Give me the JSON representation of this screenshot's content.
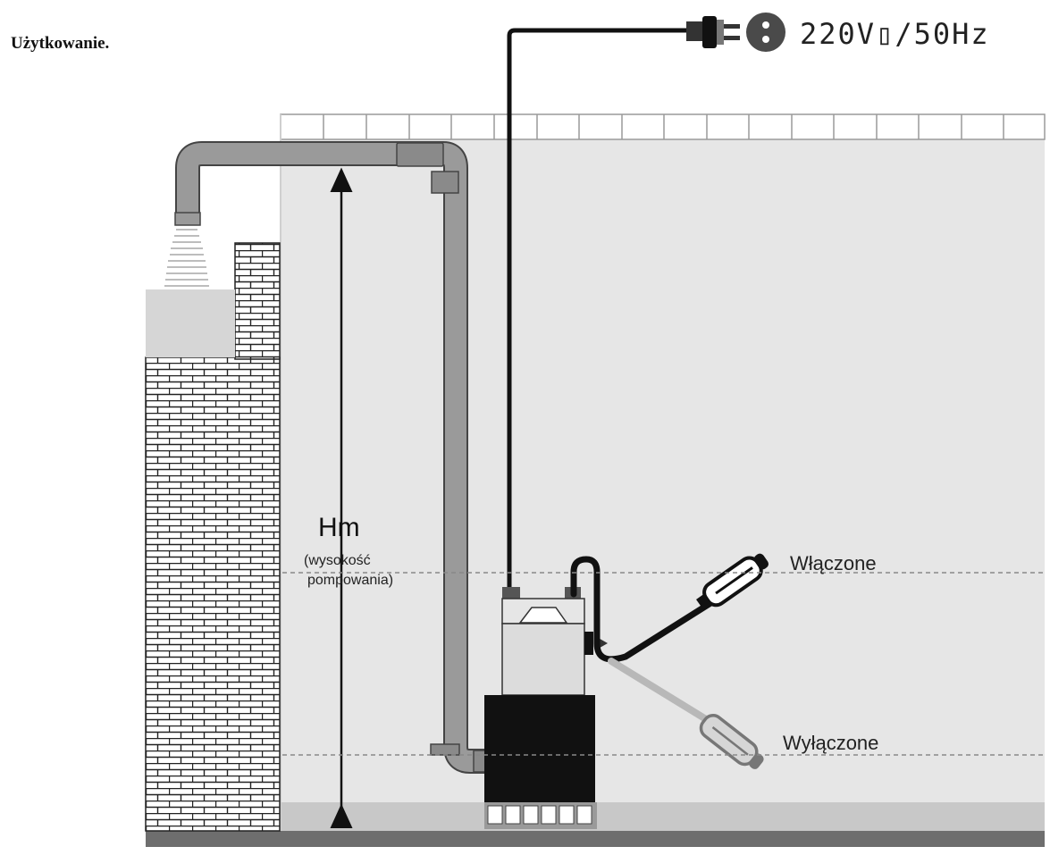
{
  "heading": "Użytkowanie.",
  "power_label": "220V▯/50Hz",
  "height_label": "Hm",
  "height_caption_line1": "(wysokość",
  "height_caption_line2": "pompowania)",
  "on_label": "Włączone",
  "off_label": "Wyłączone",
  "colors": {
    "water": "#e6e6e6",
    "water_surface": "#c8c8c8",
    "floor": "#6e6e6e",
    "pipe": "#9a9a9a",
    "pipe_stroke": "#444444",
    "brick_stroke": "#222222",
    "pump_dark": "#111111",
    "pump_light": "#dcdcdc",
    "dashed_line": "#888888"
  },
  "icons": [
    "plug-icon",
    "socket-icon",
    "float-switch-icon"
  ]
}
